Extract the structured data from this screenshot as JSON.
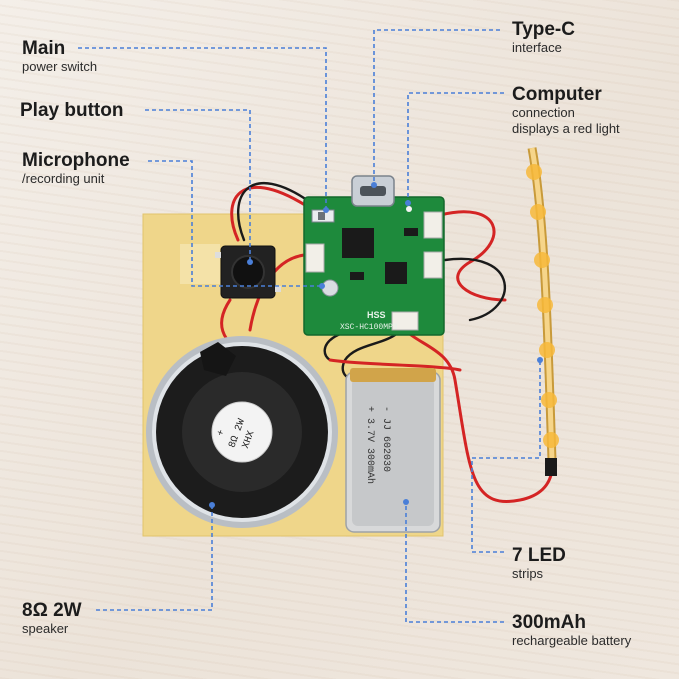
{
  "labels": {
    "main_switch": {
      "title": "Main",
      "sub": "power switch"
    },
    "play_button": {
      "title": "Play button"
    },
    "microphone": {
      "title": "Microphone",
      "sub": "/recording unit"
    },
    "speaker": {
      "title": "8Ω 2W",
      "sub": "speaker"
    },
    "type_c": {
      "title": "Type-C",
      "sub": "interface"
    },
    "computer": {
      "title": "Computer",
      "sub1": "connection",
      "sub2": "displays a red light"
    },
    "led": {
      "title": "7 LED",
      "sub": "strips"
    },
    "battery": {
      "title": "300mAh",
      "sub": "rechargeable battery"
    }
  },
  "printed": {
    "speaker_line1": "XHX",
    "speaker_line2": "8Ω 2W",
    "speaker_plus": "+",
    "battery_line1": "- JJ 602030",
    "battery_line2": "+ 3.7V 300mAh",
    "board_logo": "HSS",
    "board_text": "XSC-HC100MP3"
  },
  "colors": {
    "leader_line": "#4a7fd8",
    "pcb": "#1e8a3c",
    "wire_red": "#d42424",
    "led_glow": "#f7b93a",
    "pad": "#efd68a"
  }
}
